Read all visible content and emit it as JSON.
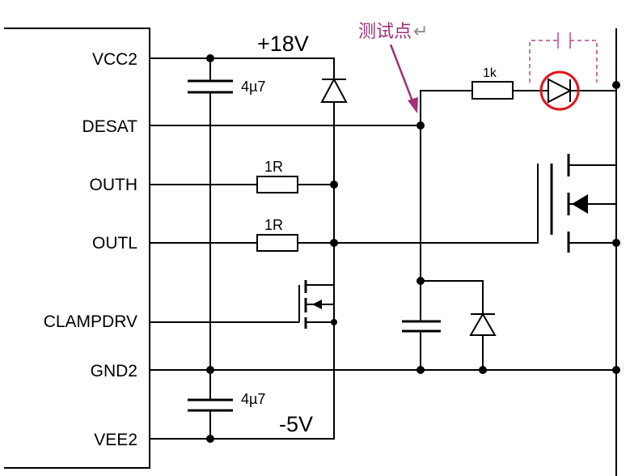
{
  "pins": {
    "vcc2": "VCC2",
    "desat": "DESAT",
    "outh": "OUTH",
    "outl": "OUTL",
    "clampdrv": "CLAMPDRV",
    "gnd2": "GND2",
    "vee2": "VEE2"
  },
  "labels": {
    "cap_top": "4µ7",
    "cap_bottom": "4µ7",
    "rail_pos": "+18V",
    "rail_neg": "-5V",
    "res_outh": "1R",
    "res_outl": "1R",
    "res_desat": "1k",
    "test_point": "测试点",
    "return_mark": "↵"
  },
  "colors": {
    "wire": "#000000",
    "annotation": "#a0307a",
    "highlight": "#e0141c",
    "dashed": "#b8478a"
  }
}
